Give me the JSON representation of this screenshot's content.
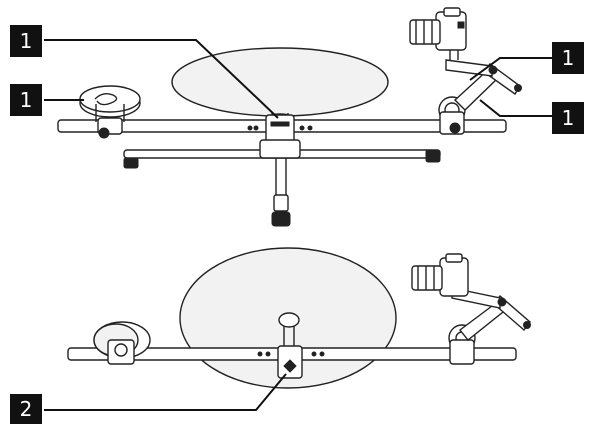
{
  "callouts": [
    {
      "text": "1"
    },
    {
      "text": "1"
    },
    {
      "text": "1"
    },
    {
      "text": "1"
    },
    {
      "text": "2"
    }
  ],
  "colors": {
    "line": "#222222",
    "label_bg": "#111111",
    "label_text": "#ffffff",
    "background": "#ffffff"
  }
}
